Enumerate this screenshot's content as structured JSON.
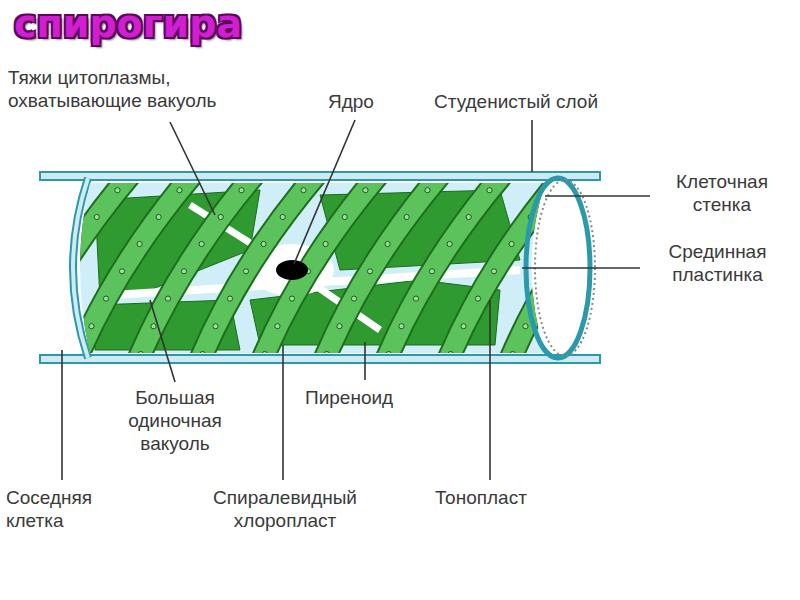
{
  "diagram": {
    "title": "спирогира",
    "labels": [
      "Тяжи цитоплазмы, охватывающие вакуоль",
      "Ядро",
      "Студенистый слой",
      "Клеточная стенка",
      "Срединная пластинка",
      "Большая одиночная вакуоль",
      "Пиреноид",
      "Соседняя клетка",
      "Спиралевидный хлоропласт",
      "Тонопласт"
    ]
  }
}
